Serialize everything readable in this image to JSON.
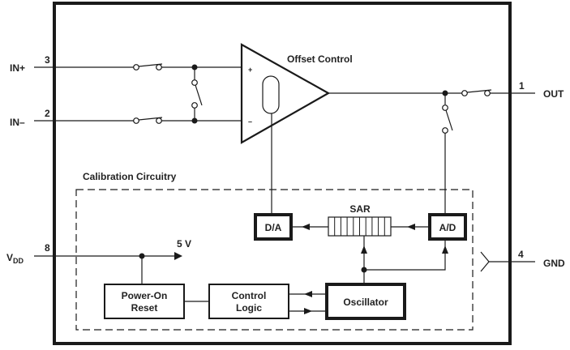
{
  "diagram": {
    "title_label": "Offset Control",
    "calibration_label": "Calibration Circuitry",
    "pins": {
      "in_plus": {
        "name": "IN+",
        "number": "3"
      },
      "in_minus": {
        "name": "IN–",
        "number": "2"
      },
      "out": {
        "name": "OUT",
        "number": "1"
      },
      "vdd": {
        "name": "V",
        "subscript": "DD",
        "number": "8"
      },
      "gnd": {
        "name": "GND",
        "number": "4"
      }
    },
    "opamp": {
      "plus": "+",
      "minus": "–"
    },
    "supply_label": "5 V",
    "blocks": {
      "da": "D/A",
      "sar": "SAR",
      "ad": "A/D",
      "power_on_reset": [
        "Power-On",
        "Reset"
      ],
      "control_logic": [
        "Control",
        "Logic"
      ],
      "oscillator": "Oscillator"
    },
    "sar_cells": 10
  }
}
